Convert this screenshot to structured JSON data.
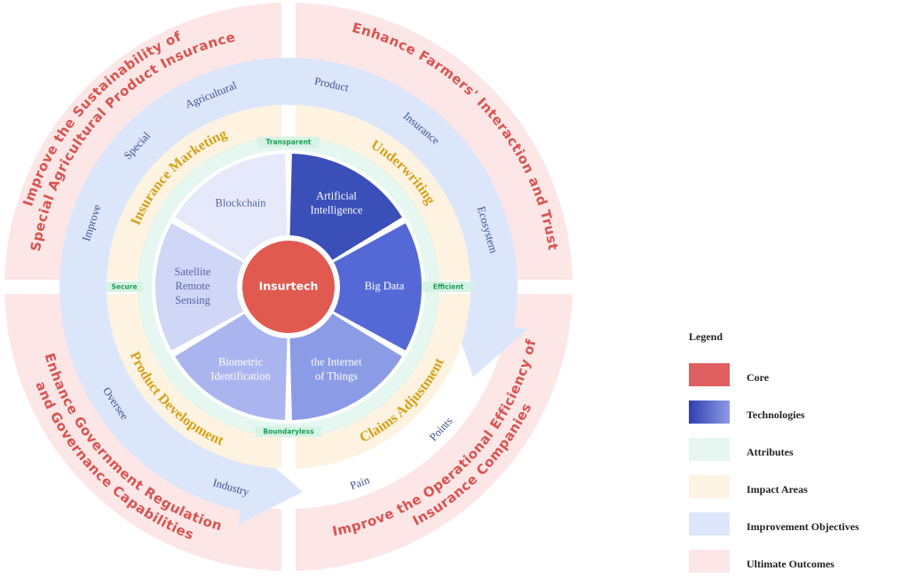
{
  "core": {
    "label": "Insurtech",
    "color": "#e05a50"
  },
  "technologies": [
    {
      "lines": [
        "Artificial",
        "Intelligence"
      ],
      "color": "#3a4fb8",
      "text_color": "#ffffff"
    },
    {
      "lines": [
        "Big Data"
      ],
      "color": "#5569d6",
      "text_color": "#ffffff"
    },
    {
      "lines": [
        "the Internet",
        "of Things"
      ],
      "color": "#8b9be6",
      "text_color": "#ffffff"
    },
    {
      "lines": [
        "Biometric",
        "Identification"
      ],
      "color": "#aab5ef",
      "text_color": "#ffffff"
    },
    {
      "lines": [
        "Satellite",
        "Remote",
        "Sensing"
      ],
      "color": "#d0d6f5",
      "text_color": "#5566aa"
    },
    {
      "lines": [
        "Blockchain"
      ],
      "color": "#e6e9fa",
      "text_color": "#5566aa"
    }
  ],
  "attributes": {
    "top": "Transparent",
    "right": "Efficient",
    "bottom": "Boundaryless",
    "left": "Secure",
    "color": "#dff5ec"
  },
  "impact_areas": {
    "color": "#fdf3e0",
    "items": [
      "Insurance Marketing",
      "Underwriting",
      "Claims Adjustment",
      "Product Development"
    ]
  },
  "improvement_objectives": {
    "color": "#dce6fb",
    "top_arc_words": [
      "Improve",
      "Special",
      "Agricultural",
      "Product",
      "Insurance",
      "Ecosystem"
    ],
    "bottom_arc_words": [
      "Oversee",
      "Industry",
      "Pain",
      "Points"
    ]
  },
  "ultimate_outcomes": {
    "color": "#fde6e6",
    "top_left": [
      "Improve the Sustainability of",
      "Special Agricultural Product Insurance"
    ],
    "top_right": [
      "Enhance Farmers' Interaction and Trust"
    ],
    "bottom_right": [
      "Improve the Operational Efficiency of",
      "Insurance Companies"
    ],
    "bottom_left": [
      "Enhance Government Regulation",
      "and Governance Capabilities"
    ]
  },
  "legend": {
    "title": "Legend",
    "items": [
      {
        "label": "Core",
        "color": "#e06060"
      },
      {
        "label": "Technologies",
        "color": "#3a4fb8"
      },
      {
        "label": "Attributes",
        "color": "#e6f6f0"
      },
      {
        "label": "Impact Areas",
        "color": "#fdf3e2"
      },
      {
        "label": "Improvement Objectives",
        "color": "#dde6fb"
      },
      {
        "label": "Ultimate Outcomes",
        "color": "#fde6e8"
      }
    ]
  }
}
